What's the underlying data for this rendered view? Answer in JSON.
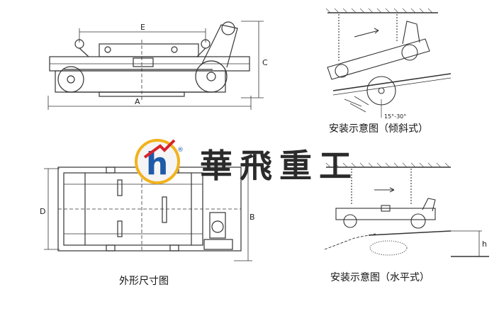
{
  "captions": {
    "dimension_drawing": "外形尺寸图",
    "install_inclined": "安装示意图（倾斜式）",
    "install_horizontal": "安装示意图（水平式）"
  },
  "dimension_labels": {
    "a": "A",
    "b": "B",
    "c": "C",
    "d": "D",
    "e": "E",
    "h": "h",
    "angle": "15°-30°"
  },
  "logo": {
    "letter": "h",
    "registered": "®",
    "name": "華飛重工",
    "colors": {
      "blue": "#1e5aa8",
      "red": "#d8232a",
      "yellow": "#f2b21c"
    }
  },
  "colors": {
    "line": "#333333",
    "hatch": "#555555"
  }
}
